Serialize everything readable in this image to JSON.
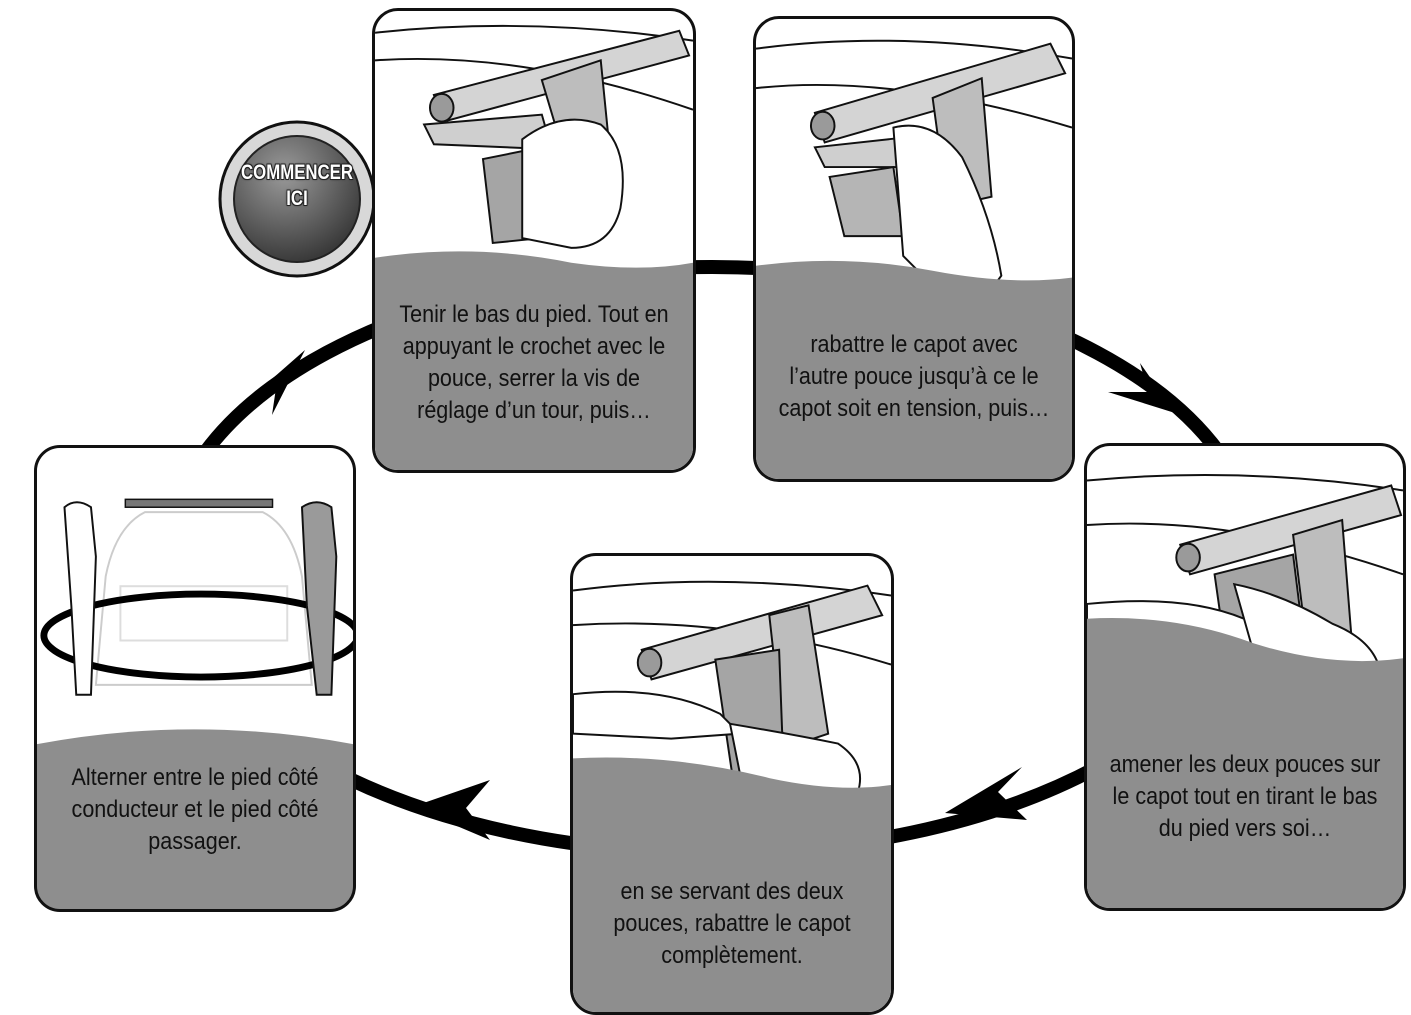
{
  "badge": {
    "line1": "COMMENCER",
    "line2": "ICI"
  },
  "steps": [
    {
      "id": 1,
      "caption": "Tenir le bas du pied. Tout en appuyant le crochet avec le pouce, serrer la vis de réglage d’un tour, puis…"
    },
    {
      "id": 2,
      "caption": "rabattre le capot avec l’autre pouce jusqu’à ce le capot soit en tension, puis…"
    },
    {
      "id": 3,
      "caption": "amener les deux pouces sur le capot tout en tirant le bas du pied vers soi…"
    },
    {
      "id": 4,
      "caption": "en se servant des deux pouces, rabattre le capot complètement."
    },
    {
      "id": 5,
      "caption": "Alterner entre le pied côté conducteur et le pied côté passager."
    }
  ],
  "colors": {
    "panel_fill": "#8e8e8e",
    "outline": "#111111",
    "badge": "#6a6a6a",
    "car": "#ffffff"
  },
  "icons": [
    "circular-flow-arrow",
    "roof-rack-foot-illustration",
    "hand-illustration",
    "truck-illustration",
    "person-silhouette"
  ]
}
